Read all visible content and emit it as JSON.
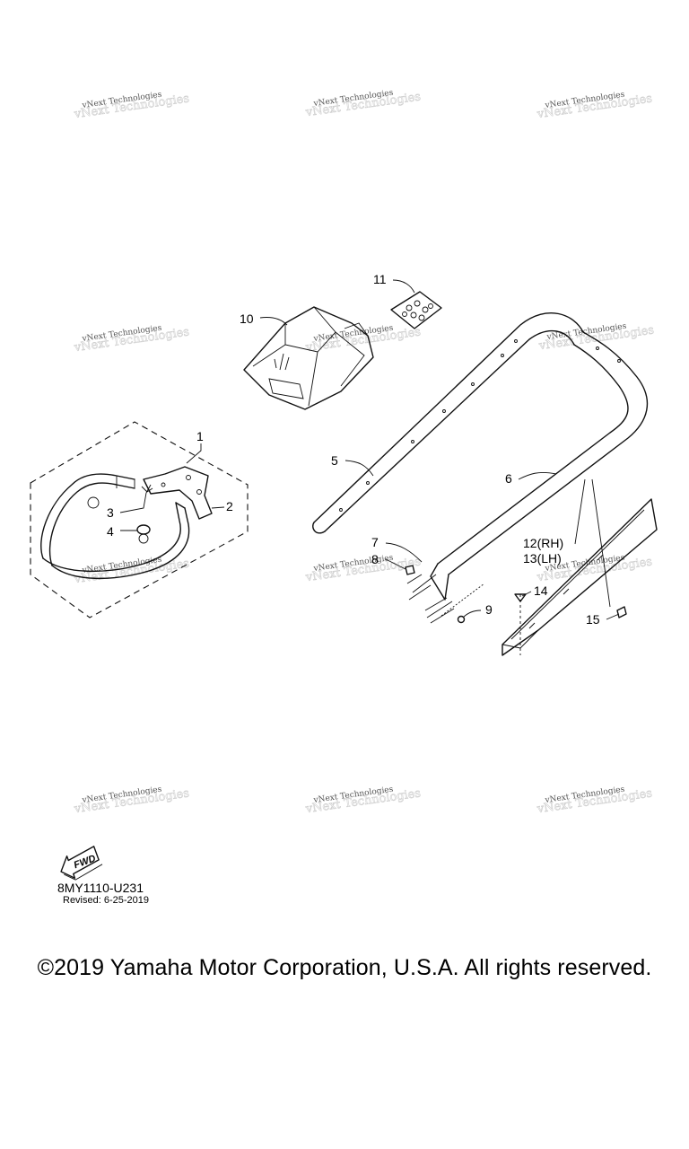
{
  "watermark_text": "vNext Technologies",
  "callouts": {
    "c1": "1",
    "c2": "2",
    "c3": "3",
    "c4": "4",
    "c5": "5",
    "c6": "6",
    "c7": "7",
    "c8": "8",
    "c9": "9",
    "c10": "10",
    "c11": "11",
    "c12": "12(RH)",
    "c13": "13(LH)",
    "c14": "14",
    "c15": "15"
  },
  "fwd_label": "FWD",
  "diagram_code": "8MY1110-U231",
  "revised": "Revised: 6-25-2019",
  "copyright": "©2019 Yamaha Motor Corporation, U.S.A. All rights reserved."
}
